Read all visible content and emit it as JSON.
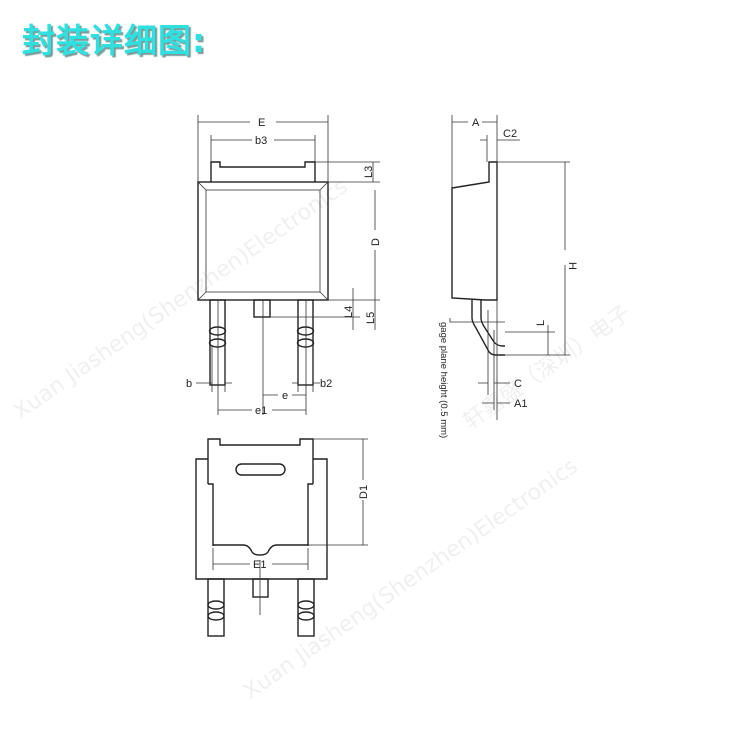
{
  "title": "封装详细图:",
  "watermark": {
    "en": "Xuan Jiasheng(Shenzhen)Electronics",
    "zh": "轩嘉盛（深圳）电子"
  },
  "top_view": {
    "labels": {
      "E": "E",
      "b3": "b3",
      "L3": "L3",
      "D": "D",
      "L4": "L4",
      "L5": "L5",
      "b": "b",
      "b2": "b2",
      "e": "e",
      "e1": "e1"
    }
  },
  "side_view": {
    "labels": {
      "A": "A",
      "C2": "C2",
      "H": "H",
      "L": "L",
      "C": "C",
      "A1": "A1",
      "gage": "gage plane height (0.5 mm)"
    }
  },
  "bottom_view": {
    "labels": {
      "D1": "D1",
      "E1": "E1"
    }
  }
}
